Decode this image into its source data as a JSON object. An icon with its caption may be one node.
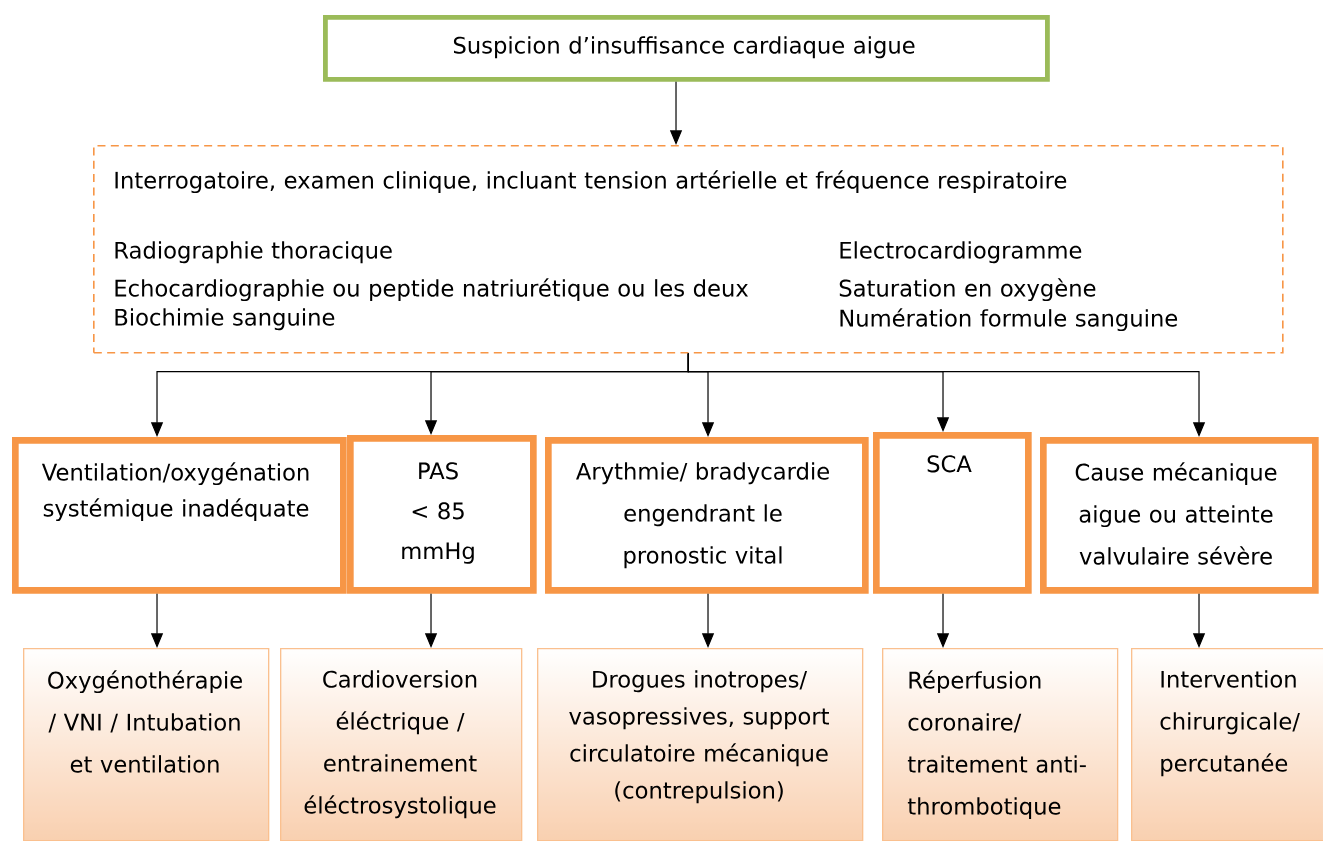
{
  "diagram": {
    "nodes": [
      {
        "text": [
          "Suspicion d’insuffisance cardiaque aigue"
        ]
      },
      {
        "text": [
          "Interrogatoire, examen clinique, incluant tension artérielle et fréquence respiratoire",
          "Radiographie thoracique",
          "Electrocardiogramme",
          "Echocardiographie ou peptide natriurétique ou les deux",
          "Saturation en oxygène",
          "Biochimie sanguine",
          "Numération formule sanguine"
        ]
      },
      {
        "text": [
          "Ventilation/oxygénation systémique inadéquate"
        ]
      },
      {
        "text": [
          "PAS < 85 mmHg"
        ]
      },
      {
        "text": [
          "Arythmie/ bradycardie engendrant le pronostic vital"
        ]
      },
      {
        "text": [
          "SCA"
        ]
      },
      {
        "text": [
          "Cause mécanique aigue ou atteinte valvulaire sévère"
        ]
      },
      {
        "text": [
          "Oxygénothérapie / VNI / Intubation et ventilation"
        ]
      },
      {
        "text": [
          "Cardioversion éléctrique / entrainement éléctrosystolique"
        ]
      },
      {
        "text": [
          "Drogues inotropes/ vasopressives, support circulatoire mécanique (contrepulsion)"
        ]
      },
      {
        "text": [
          "Réperfusion coronaire/ traitement anti-thrombotique"
        ]
      },
      {
        "text": [
          "Intervention chirurgicale/ percutanée"
        ]
      }
    ],
    "edges": [
      {
        "from": 0,
        "to": 1,
        "arrow": "to"
      },
      {
        "from": 1,
        "to": 2,
        "arrow": "to"
      },
      {
        "from": 1,
        "to": 3,
        "arrow": "to"
      },
      {
        "from": 1,
        "to": 4,
        "arrow": "to"
      },
      {
        "from": 1,
        "to": 5,
        "arrow": "to"
      },
      {
        "from": 1,
        "to": 6,
        "arrow": "to"
      },
      {
        "from": 2,
        "to": 7,
        "arrow": "to"
      },
      {
        "from": 3,
        "to": 8,
        "arrow": "to"
      },
      {
        "from": 4,
        "to": 9,
        "arrow": "to"
      },
      {
        "from": 5,
        "to": 10,
        "arrow": "to"
      },
      {
        "from": 6,
        "to": 11,
        "arrow": "to"
      }
    ]
  }
}
